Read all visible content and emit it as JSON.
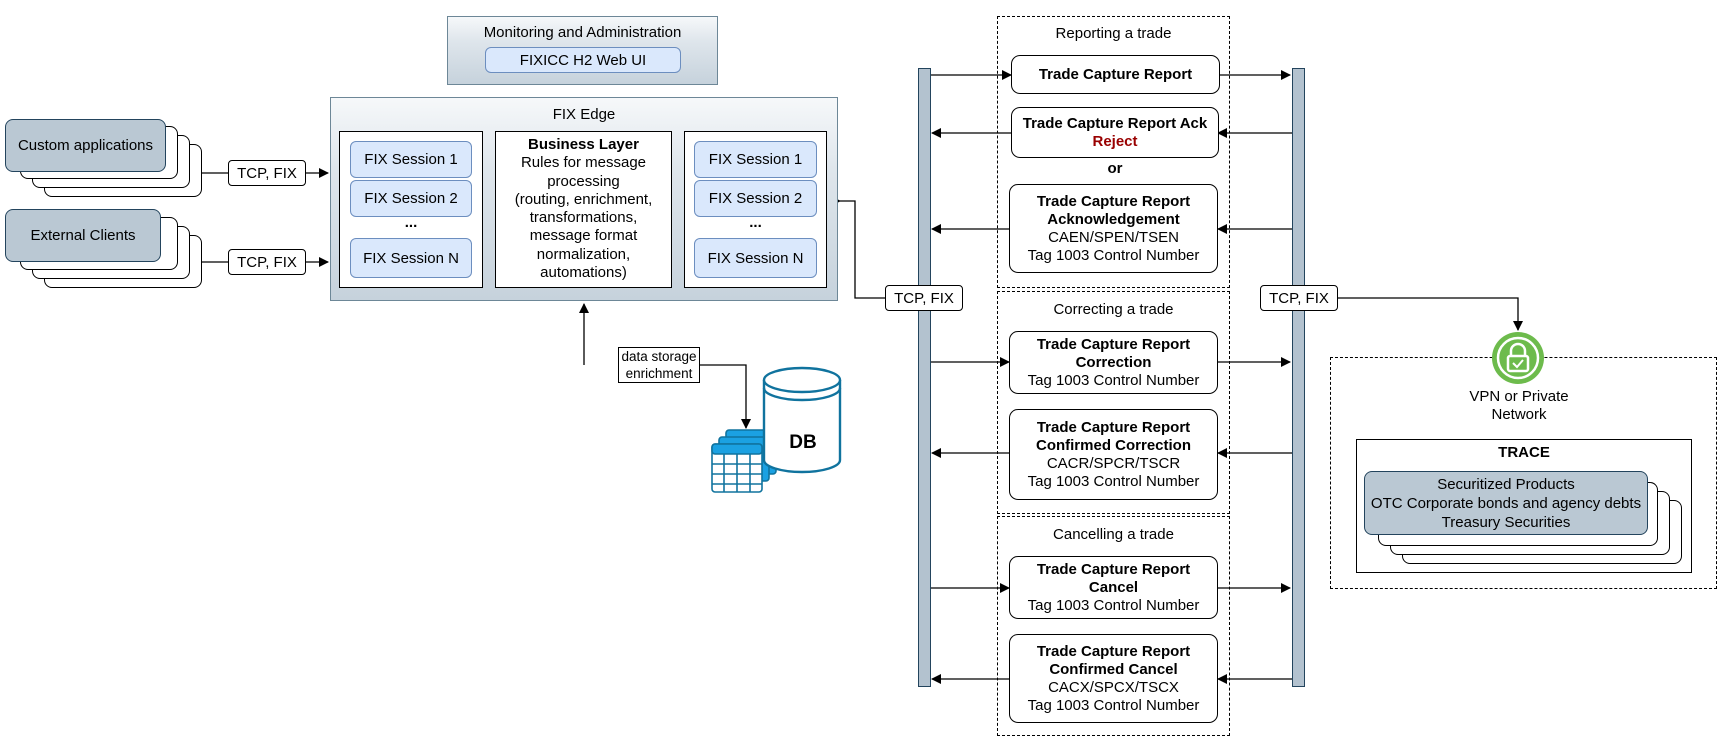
{
  "monitoring": {
    "title": "Monitoring and Administration",
    "web_ui": "FIXICC H2 Web UI"
  },
  "fix_edge": {
    "title": "FIX Edge",
    "left_sessions": [
      "FIX Session 1",
      "FIX Session 2",
      "...",
      "FIX Session N"
    ],
    "right_sessions": [
      "FIX Session 1",
      "FIX Session 2",
      "...",
      "FIX Session N"
    ],
    "business_layer": {
      "title": "Business Layer",
      "lines": [
        "Rules for message",
        "processing",
        "(routing, enrichment,",
        "transformations,",
        "message format",
        "normalization,",
        "automations)"
      ]
    }
  },
  "clients": {
    "custom": "Custom applications",
    "external": "External Clients"
  },
  "labels": {
    "tcp_fix": "TCP, FIX",
    "data_storage": [
      "data storage",
      "enrichment"
    ],
    "db": "DB"
  },
  "sections": {
    "reporting": {
      "title": "Reporting a trade",
      "tcr": "Trade Capture Report",
      "ack_title": "Trade Capture Report Ack",
      "ack_reject": "Reject",
      "or": "or",
      "ack2": [
        "Trade Capture Report",
        "Acknowledgement",
        "CAEN/SPEN/TSEN",
        "Tag 1003 Control Number"
      ]
    },
    "correcting": {
      "title": "Correcting a trade",
      "correction": [
        "Trade Capture Report",
        "Correction",
        "Tag 1003 Control Number"
      ],
      "confirmed": [
        "Trade Capture Report",
        "Confirmed Correction",
        "CACR/SPCR/TSCR",
        "Tag 1003 Control Number"
      ]
    },
    "cancelling": {
      "title": "Cancelling a trade",
      "cancel": [
        "Trade Capture Report",
        "Cancel",
        "Tag 1003 Control Number"
      ],
      "confirmed": [
        "Trade Capture Report",
        "Confirmed Cancel",
        "CACX/SPCX/TSCX",
        "Tag 1003 Control Number"
      ]
    }
  },
  "network": {
    "vpn": [
      "VPN or Private",
      "Network"
    ],
    "trace_title": "TRACE",
    "trace_items": [
      "Securitized Products",
      "OTC Corporate bonds and agency debts",
      "Treasury Securities"
    ]
  },
  "icons": {
    "lock": "lock-icon",
    "database": "database-icon",
    "tables": "table-icon"
  },
  "colors": {
    "session_fill": "#dae8fc",
    "session_border": "#6c8ebf",
    "client_fill": "#bac8d3",
    "reject": "#990000",
    "vpn": "#6dbb4c"
  }
}
